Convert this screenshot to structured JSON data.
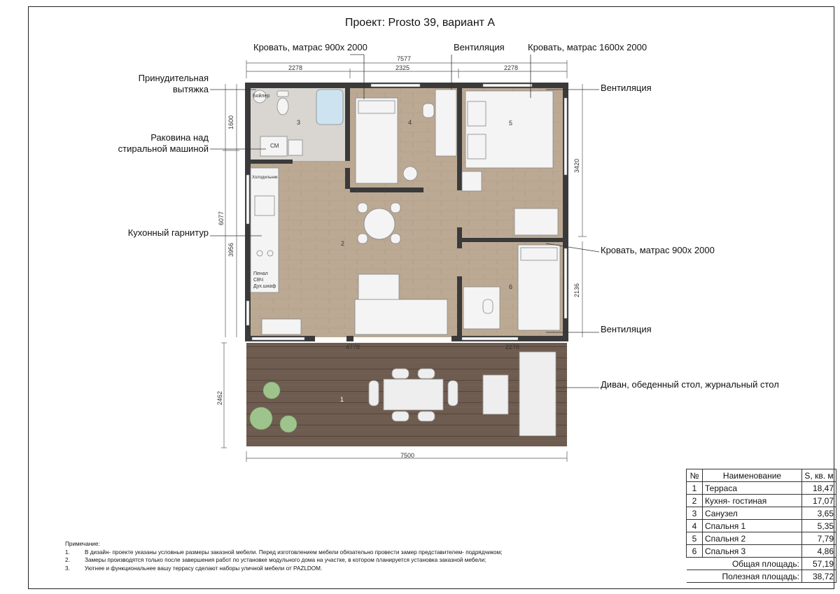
{
  "title": "Проект: Prosto 39, вариант А",
  "callouts": {
    "forced_exhaust": "Принудительная вытяжка",
    "sink_over_washer": "Раковина над стиральной машиной",
    "kitchen_set": "Кухонный гарнитур",
    "bed_900_top": "Кровать, матрас 900х 2000",
    "ventilation_top": "Вентиляция",
    "bed_1600": "Кровать, матрас 1600х 2000",
    "ventilation_right_top": "Вентиляция",
    "bed_900_right": "Кровать, матрас 900х 2000",
    "ventilation_right_bottom": "Вентиляция",
    "terrace_furniture": "Диван, обеденный стол, журнальный стол"
  },
  "dimensions": {
    "overall_top": "7577",
    "top_left": "2278",
    "top_mid": "2325",
    "top_right": "2278",
    "left_total": "6077",
    "left_top": "1600",
    "left_mid": "3956",
    "left_terrace": "2462",
    "right_top": "3420",
    "right_bottom": "2136",
    "inner_4778": "4778",
    "inner_2278": "2278",
    "bottom": "7500"
  },
  "room_labels": {
    "boiler": "Бойлер",
    "washer": "СМ",
    "fridge": "Холодильник",
    "cabinet_1": "Пенал",
    "cabinet_2": "СВЧ",
    "cabinet_3": "Дух.шкаф",
    "r1": "1",
    "r2": "2",
    "r3": "3",
    "r4": "4",
    "r5": "5",
    "r6": "6"
  },
  "notes": {
    "heading": "Примечание:",
    "items": [
      {
        "n": "1.",
        "text": "В дизайн- проекте указаны условные размеры заказной мебели. Перед изготовлением мебели обязательно провести замер представителем- подрядчиком;"
      },
      {
        "n": "2.",
        "text": "Замеры производятся только после завершения работ по установке модульного дома на участке, в котором планируется установка заказной мебели;"
      },
      {
        "n": "3.",
        "text": "Уютнее и функциональнее вашу террасу сделают наборы уличной мебели от PAZLDOM."
      }
    ]
  },
  "spec_table": {
    "headers": {
      "n": "№",
      "name": "Наименование",
      "area": "S, кв. м"
    },
    "rows": [
      {
        "n": "1",
        "name": "Терраса",
        "area": "18,47"
      },
      {
        "n": "2",
        "name": "Кухня- гостиная",
        "area": "17,07"
      },
      {
        "n": "3",
        "name": "Санузел",
        "area": "3,65"
      },
      {
        "n": "4",
        "name": "Спальня 1",
        "area": "5,35"
      },
      {
        "n": "5",
        "name": "Спальня 2",
        "area": "7,79"
      },
      {
        "n": "6",
        "name": "Спальня 3",
        "area": "4,86"
      }
    ],
    "total_label": "Общая площадь:",
    "total_value": "57,19",
    "useful_label": "Полезная площадь:",
    "useful_value": "38,72"
  },
  "colors": {
    "wall": "#3a3a3a",
    "floor": "#b9a58f",
    "deck": "#6e5b4f",
    "furniture": "#f2f2f2"
  }
}
